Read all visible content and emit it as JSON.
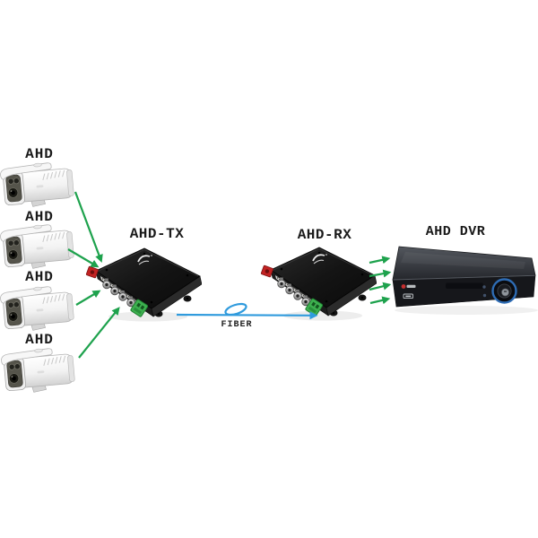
{
  "diagram": {
    "cameras": [
      {
        "id": "camera-1",
        "label": "AHD"
      },
      {
        "id": "camera-2",
        "label": "AHD"
      },
      {
        "id": "camera-3",
        "label": "AHD"
      },
      {
        "id": "camera-4",
        "label": "AHD"
      }
    ],
    "transmitter": {
      "id": "ahd-tx",
      "label": "AHD-TX",
      "bnc_ports": 4,
      "has_fiber_port": true,
      "has_power_terminal": true
    },
    "receiver": {
      "id": "ahd-rx",
      "label": "AHD-RX",
      "bnc_ports": 4,
      "has_fiber_port": true,
      "has_power_terminal": true
    },
    "recorder": {
      "id": "ahd-dvr",
      "label": "AHD DVR"
    },
    "fiber_link": {
      "label": "FIBER"
    }
  },
  "colors": {
    "background": "#ffffff",
    "arrow_green": "#1ea24d",
    "fiber_blue": "#309bdd",
    "converter_body": "#141414",
    "fiber_port_red": "#c22222",
    "terminal_green": "#3db04f",
    "bnc_silver": "#b9b9b9",
    "dvr_top": "#3d4147",
    "dvr_front": "#16171b",
    "dvr_dial_ring": "#2e6cb4",
    "dahua_red": "#c62f2f",
    "camera_white": "#f7f7f7",
    "label_text": "#1a1a1a"
  },
  "icons": {
    "camera": "bullet-camera-icon",
    "ir_led": "ir-led-icon",
    "lens": "camera-lens-icon",
    "converter": "fiber-converter-icon",
    "fiber_port": "fiber-port-icon",
    "bnc_connector": "bnc-connector-icon",
    "terminal_block": "terminal-block-icon",
    "brand_logo": "brand-logo-icon",
    "dvr": "dvr-chassis-icon",
    "dahua_logo": "dahua-logo-icon",
    "usb_port": "usb-port-icon",
    "jog_dial": "jog-dial-icon",
    "arrow": "green-arrow-icon",
    "fiber_loop": "fiber-loop-icon"
  }
}
